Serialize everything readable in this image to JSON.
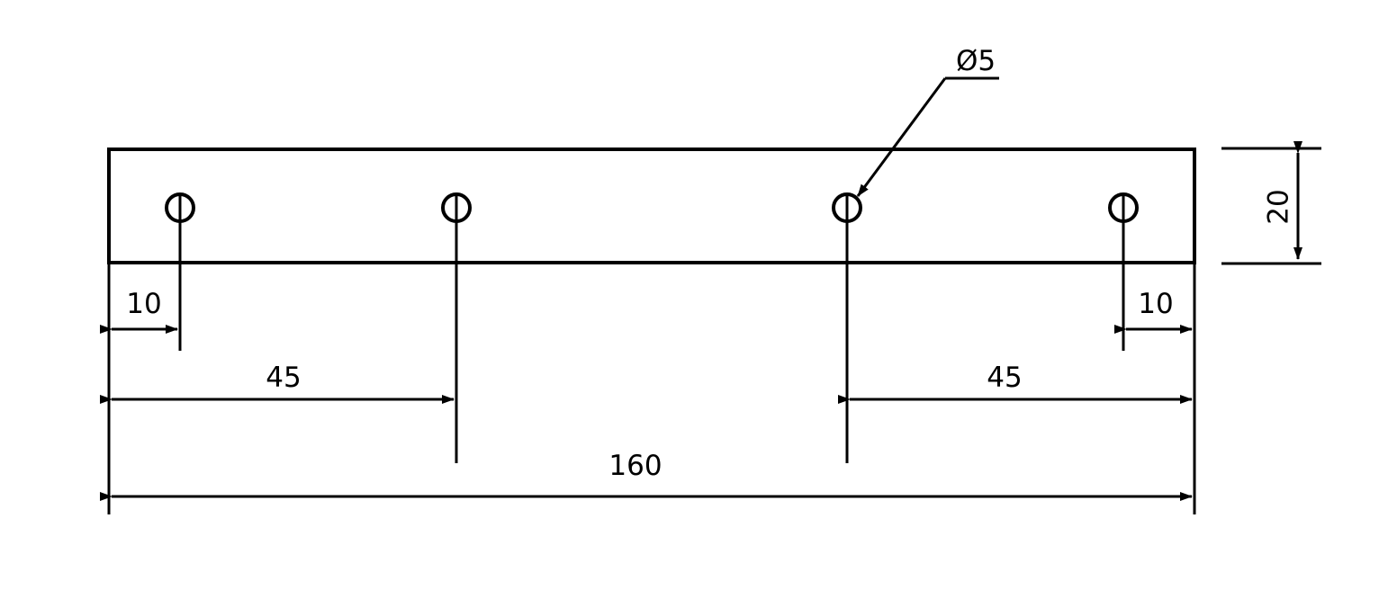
{
  "drawing": {
    "line_color": "#000000",
    "background": "#ffffff",
    "part": {
      "shape": "rectangular-plate",
      "hole_count": 4,
      "hole_symbol": "circle-with-centerline-tick"
    },
    "dimensions": {
      "hole_diameter": "Ø5",
      "height": "20",
      "left_edge_to_first_hole": "10",
      "left_edge_to_second_hole": "45",
      "total_length": "160",
      "third_hole_to_right_edge": "45",
      "fourth_hole_to_right_edge": "10"
    }
  }
}
